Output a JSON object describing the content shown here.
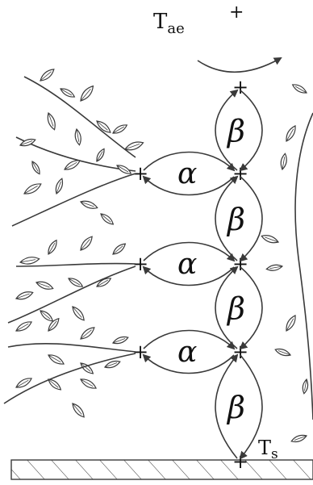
{
  "labels": {
    "top_temperature": "T",
    "top_temperature_sub": "ae",
    "top_sign": "+",
    "surface_temperature": "T",
    "surface_temperature_sub": "s"
  },
  "resistances": {
    "canopy": "α",
    "vertical": "β"
  },
  "nodes": {
    "sign": "+"
  }
}
